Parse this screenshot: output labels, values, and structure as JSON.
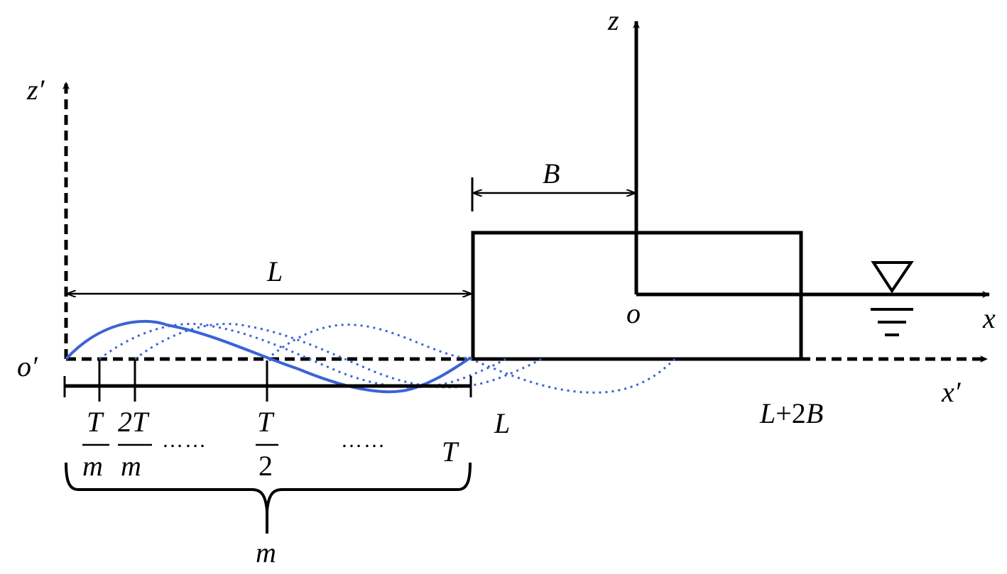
{
  "axes": {
    "z_label": "z",
    "x_label": "x",
    "origin_label": "o",
    "z_prime_label": "z′",
    "x_prime_label": "x′",
    "origin_prime_label": "o′"
  },
  "dimensions": {
    "B_label": "B",
    "L_label": "L"
  },
  "ticks": {
    "t1_num": "T",
    "t1_den": "m",
    "t2_num": "2T",
    "t2_den": "m",
    "t_half_num": "T",
    "t_half_den": "2",
    "t_end": "T",
    "ellipsis_1": "……",
    "ellipsis_2": "……"
  },
  "x_axis_marks": {
    "L": "L",
    "L_plus_2B_a": "L",
    "L_plus_2B_b": "+2",
    "L_plus_2B_c": "B"
  },
  "brace_label": "m",
  "colors": {
    "line": "#000000",
    "wave": "#3b63d6"
  }
}
